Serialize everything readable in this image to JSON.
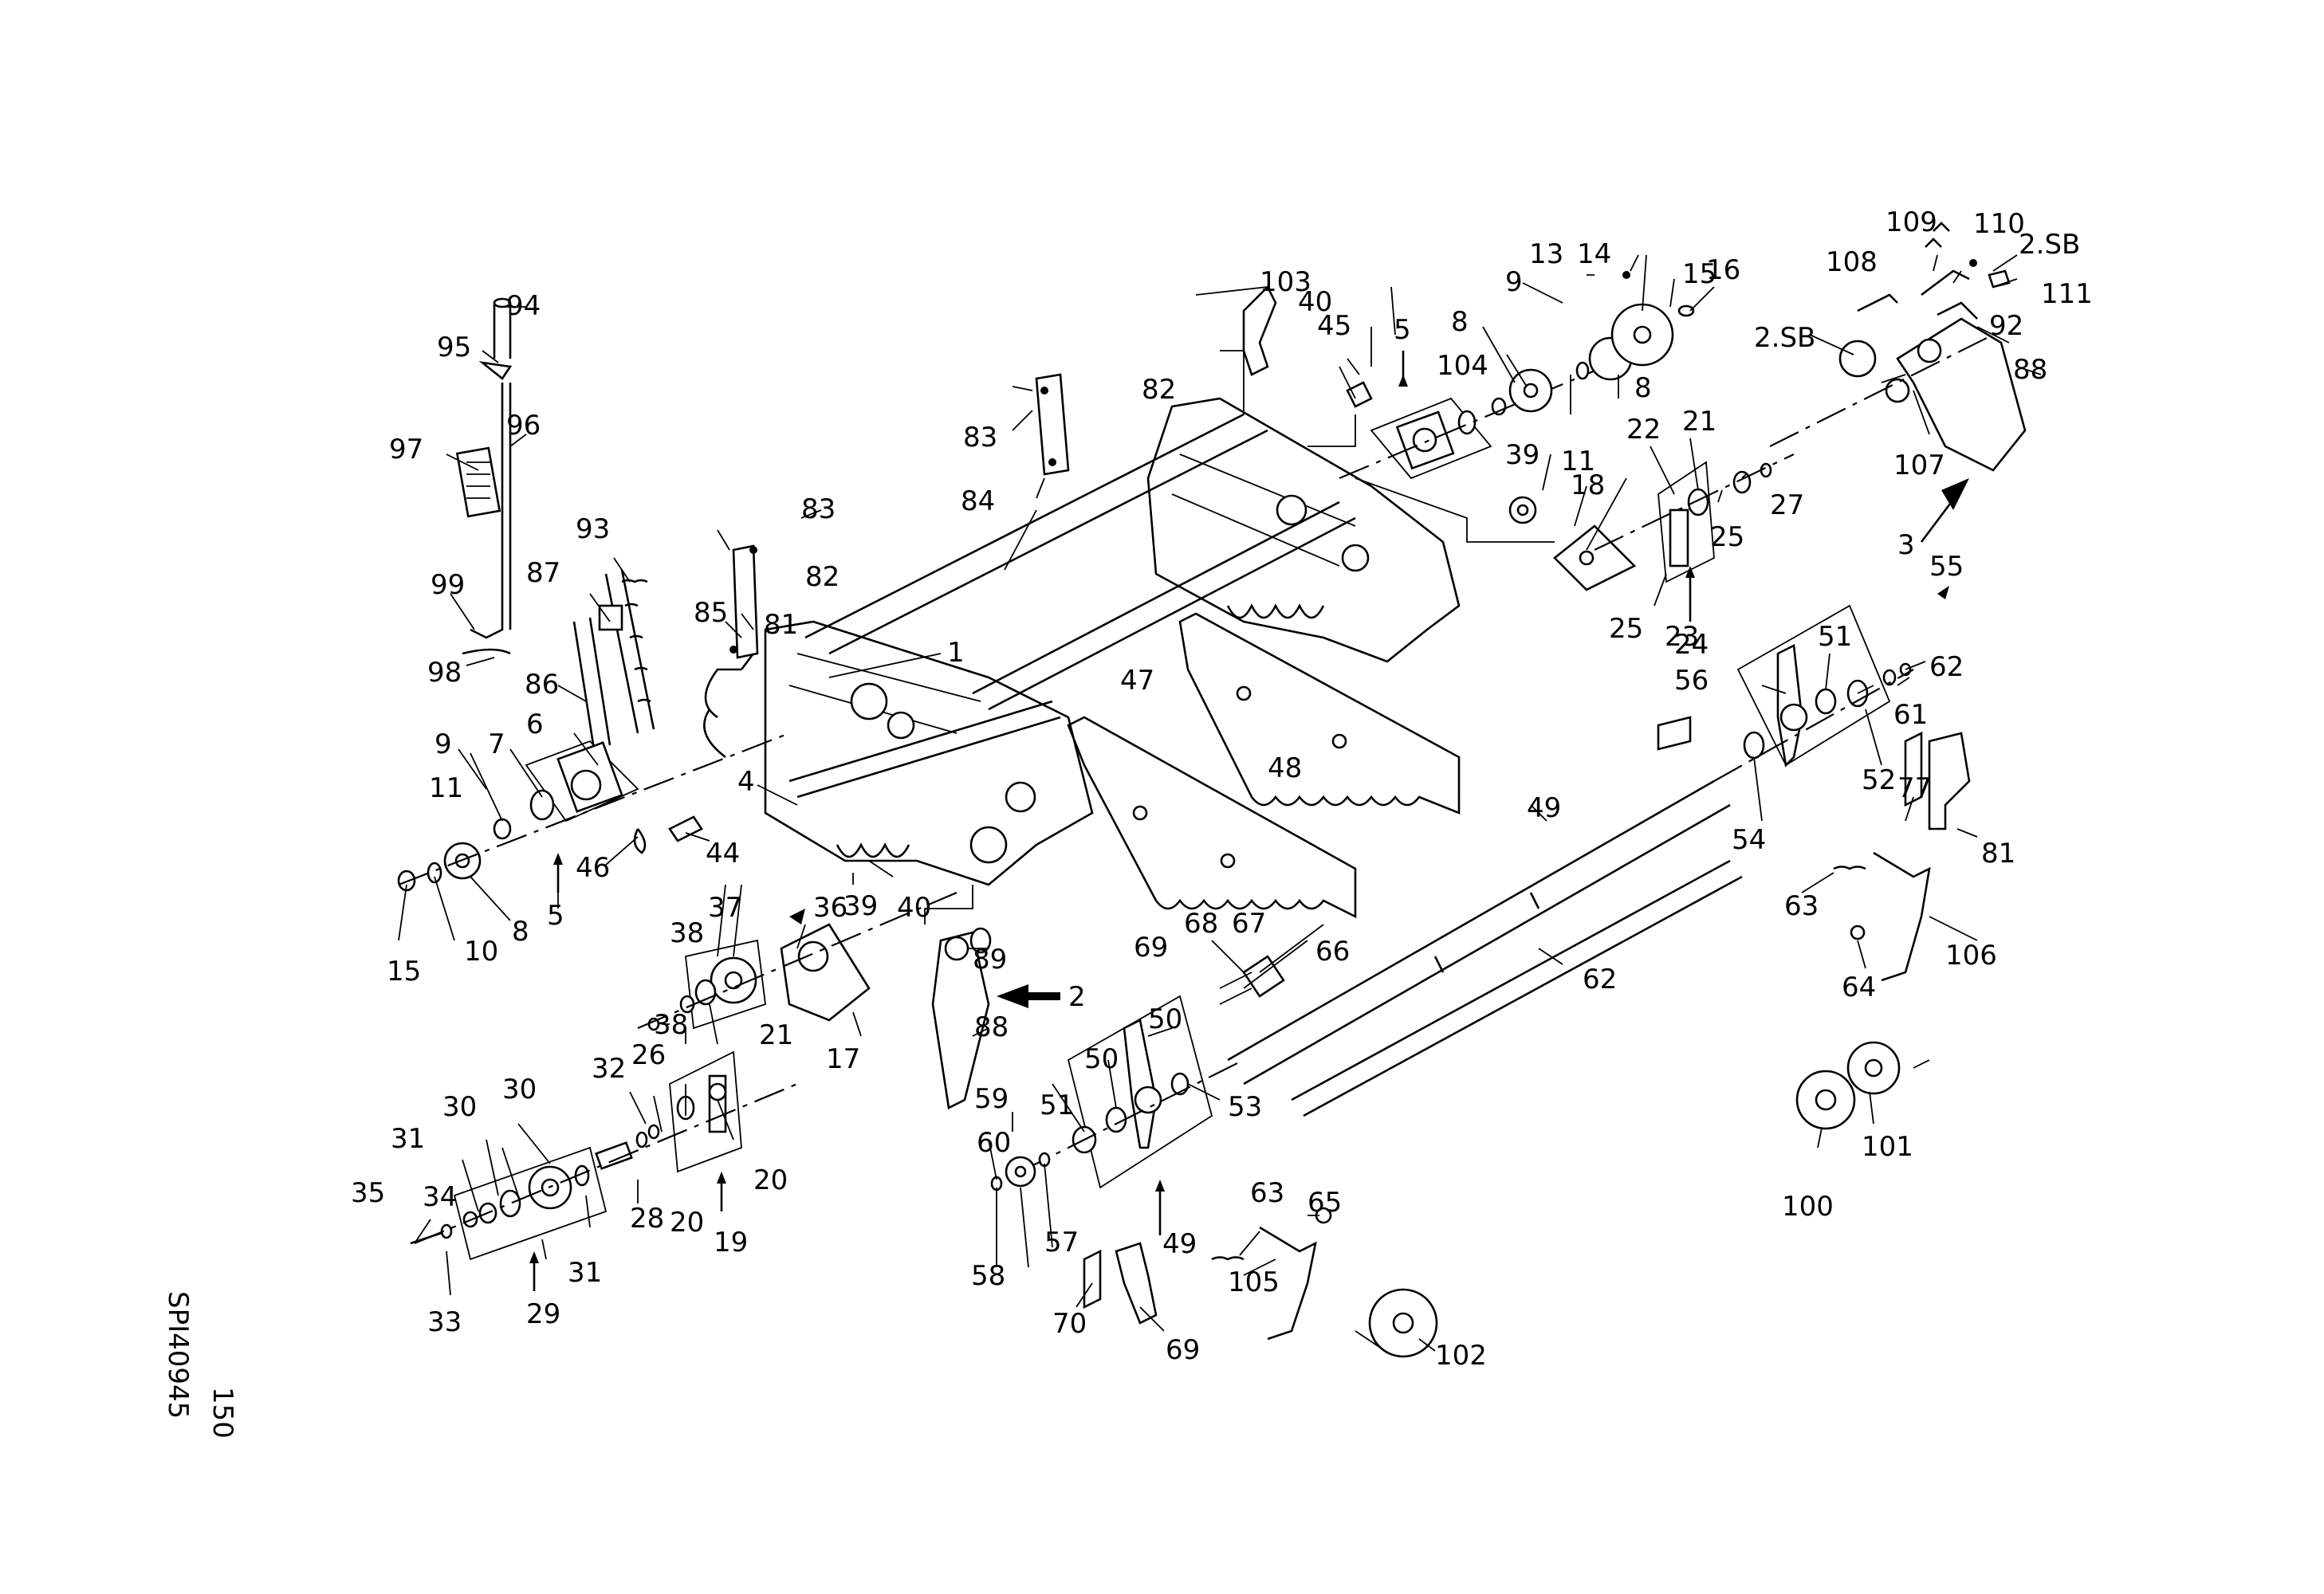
{
  "drawing": {
    "doc_number": "SPI40945",
    "page_number": "150"
  },
  "part_labels": [
    {
      "id": "l1",
      "text": "1"
    },
    {
      "id": "l2",
      "text": "2"
    },
    {
      "id": "l3",
      "text": "3"
    },
    {
      "id": "l4",
      "text": "4"
    },
    {
      "id": "l5a",
      "text": "5"
    },
    {
      "id": "l5b",
      "text": "5"
    },
    {
      "id": "l6",
      "text": "6"
    },
    {
      "id": "l7",
      "text": "7"
    },
    {
      "id": "l8a",
      "text": "8"
    },
    {
      "id": "l8b",
      "text": "8"
    },
    {
      "id": "l8c",
      "text": "8"
    },
    {
      "id": "l9a",
      "text": "9"
    },
    {
      "id": "l9b",
      "text": "9"
    },
    {
      "id": "l10",
      "text": "10"
    },
    {
      "id": "l11a",
      "text": "11"
    },
    {
      "id": "l11b",
      "text": "11"
    },
    {
      "id": "l13",
      "text": "13"
    },
    {
      "id": "l14",
      "text": "14"
    },
    {
      "id": "l15a",
      "text": "15"
    },
    {
      "id": "l15b",
      "text": "15"
    },
    {
      "id": "l16",
      "text": "16"
    },
    {
      "id": "l17",
      "text": "17"
    },
    {
      "id": "l18",
      "text": "18"
    },
    {
      "id": "l19",
      "text": "19"
    },
    {
      "id": "l20a",
      "text": "20"
    },
    {
      "id": "l20b",
      "text": "20"
    },
    {
      "id": "l21a",
      "text": "21"
    },
    {
      "id": "l21b",
      "text": "21"
    },
    {
      "id": "l22",
      "text": "22"
    },
    {
      "id": "l23",
      "text": "23"
    },
    {
      "id": "l24",
      "text": "24"
    },
    {
      "id": "l25a",
      "text": "25"
    },
    {
      "id": "l25b",
      "text": "25"
    },
    {
      "id": "l26",
      "text": "26"
    },
    {
      "id": "l27",
      "text": "27"
    },
    {
      "id": "l28",
      "text": "28"
    },
    {
      "id": "l29",
      "text": "29"
    },
    {
      "id": "l30a",
      "text": "30"
    },
    {
      "id": "l30b",
      "text": "30"
    },
    {
      "id": "l31a",
      "text": "31"
    },
    {
      "id": "l31b",
      "text": "31"
    },
    {
      "id": "l32",
      "text": "32"
    },
    {
      "id": "l33",
      "text": "33"
    },
    {
      "id": "l34",
      "text": "34"
    },
    {
      "id": "l35",
      "text": "35"
    },
    {
      "id": "l36",
      "text": "36"
    },
    {
      "id": "l37",
      "text": "37"
    },
    {
      "id": "l38a",
      "text": "38"
    },
    {
      "id": "l38b",
      "text": "38"
    },
    {
      "id": "l39a",
      "text": "39"
    },
    {
      "id": "l39b",
      "text": "39"
    },
    {
      "id": "l40a",
      "text": "40"
    },
    {
      "id": "l40b",
      "text": "40"
    },
    {
      "id": "l44",
      "text": "44"
    },
    {
      "id": "l45",
      "text": "45"
    },
    {
      "id": "l46",
      "text": "46"
    },
    {
      "id": "l47",
      "text": "47"
    },
    {
      "id": "l48",
      "text": "48"
    },
    {
      "id": "l49a",
      "text": "49"
    },
    {
      "id": "l49b",
      "text": "49"
    },
    {
      "id": "l50a",
      "text": "50"
    },
    {
      "id": "l50b",
      "text": "50"
    },
    {
      "id": "l51a",
      "text": "51"
    },
    {
      "id": "l51b",
      "text": "51"
    },
    {
      "id": "l52",
      "text": "52"
    },
    {
      "id": "l53",
      "text": "53"
    },
    {
      "id": "l54",
      "text": "54"
    },
    {
      "id": "l55",
      "text": "55"
    },
    {
      "id": "l56",
      "text": "56"
    },
    {
      "id": "l57",
      "text": "57"
    },
    {
      "id": "l58",
      "text": "58"
    },
    {
      "id": "l59",
      "text": "59"
    },
    {
      "id": "l60",
      "text": "60"
    },
    {
      "id": "l61",
      "text": "61"
    },
    {
      "id": "l62a",
      "text": "62"
    },
    {
      "id": "l62b",
      "text": "62"
    },
    {
      "id": "l63a",
      "text": "63"
    },
    {
      "id": "l63b",
      "text": "63"
    },
    {
      "id": "l64",
      "text": "64"
    },
    {
      "id": "l65",
      "text": "65"
    },
    {
      "id": "l66",
      "text": "66"
    },
    {
      "id": "l67",
      "text": "67"
    },
    {
      "id": "l68",
      "text": "68"
    },
    {
      "id": "l69a",
      "text": "69"
    },
    {
      "id": "l69b",
      "text": "69"
    },
    {
      "id": "l70",
      "text": "70"
    },
    {
      "id": "l77",
      "text": "77"
    },
    {
      "id": "l81a",
      "text": "81"
    },
    {
      "id": "l81b",
      "text": "81"
    },
    {
      "id": "l82a",
      "text": "82"
    },
    {
      "id": "l82b",
      "text": "82"
    },
    {
      "id": "l83a",
      "text": "83"
    },
    {
      "id": "l83b",
      "text": "83"
    },
    {
      "id": "l84",
      "text": "84"
    },
    {
      "id": "l85",
      "text": "85"
    },
    {
      "id": "l86",
      "text": "86"
    },
    {
      "id": "l87",
      "text": "87"
    },
    {
      "id": "l88a",
      "text": "88"
    },
    {
      "id": "l88b",
      "text": "88"
    },
    {
      "id": "l89",
      "text": "89"
    },
    {
      "id": "l92",
      "text": "92"
    },
    {
      "id": "l93",
      "text": "93"
    },
    {
      "id": "l94",
      "text": "94"
    },
    {
      "id": "l95",
      "text": "95"
    },
    {
      "id": "l96",
      "text": "96"
    },
    {
      "id": "l97",
      "text": "97"
    },
    {
      "id": "l98",
      "text": "98"
    },
    {
      "id": "l99",
      "text": "99"
    },
    {
      "id": "l100",
      "text": "100"
    },
    {
      "id": "l101",
      "text": "101"
    },
    {
      "id": "l102",
      "text": "102"
    },
    {
      "id": "l103",
      "text": "103"
    },
    {
      "id": "l104",
      "text": "104"
    },
    {
      "id": "l105",
      "text": "105"
    },
    {
      "id": "l106",
      "text": "106"
    },
    {
      "id": "l107",
      "text": "107"
    },
    {
      "id": "l108",
      "text": "108"
    },
    {
      "id": "l109",
      "text": "109"
    },
    {
      "id": "l110",
      "text": "110"
    },
    {
      "id": "l111",
      "text": "111"
    },
    {
      "id": "lsb1",
      "text": "2.SB"
    },
    {
      "id": "lsb2",
      "text": "2.SB"
    }
  ]
}
